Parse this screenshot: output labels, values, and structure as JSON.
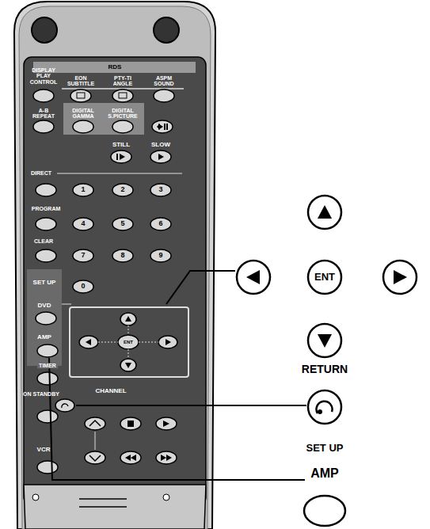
{
  "diagram": {
    "labels": [
      "DISPLAY PLAY CONTROL",
      "RDS",
      "EON SUBTITLE",
      "PTY-TI ANGLE",
      "ASPM SOUND",
      "A-B REPEAT",
      "DIGITAL GAMMA",
      "DIGITAL S.PICTURE",
      "STILL",
      "SLOW",
      "DIRECT",
      "1",
      "2",
      "3",
      "PROGRAM",
      "4",
      "5",
      "6",
      "CLEAR",
      "7",
      "8",
      "9",
      "SET UP",
      "0",
      "DVD",
      "AMP",
      "ENT",
      "TIMER",
      "ON STANDBY",
      "CHANNEL",
      "VCR",
      "ENT",
      "RETURN",
      "SET UP",
      "AMP"
    ]
  }
}
